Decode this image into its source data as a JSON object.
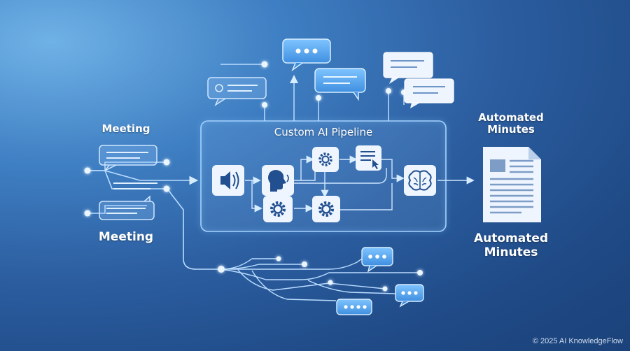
{
  "labels": {
    "meeting_top": "Meeting",
    "meeting_bottom": "Meeting",
    "pipeline_title": "Custom AI Pipeline",
    "minutes_top_line1": "Automated",
    "minutes_top_line2": "Minutes",
    "minutes_bottom_line1": "Automated",
    "minutes_bottom_line2": "Minutes"
  },
  "footer": {
    "copyright": "© 2025 AI KnowledgeFlow"
  },
  "icons": {
    "audio": "speaker-icon",
    "voice": "speaking-head-icon",
    "gear": "gear-icon",
    "settings": "settings-cog-icon",
    "document": "document-cursor-icon",
    "brain": "brain-icon",
    "minutes": "document-icon",
    "chat": "chat-bubble-icon"
  },
  "colors": {
    "background": "#2b5d9f",
    "line": "#b9dcff",
    "glow": "#8fd2ff",
    "tile": "#eef5ff",
    "icon": "#214f8f"
  }
}
